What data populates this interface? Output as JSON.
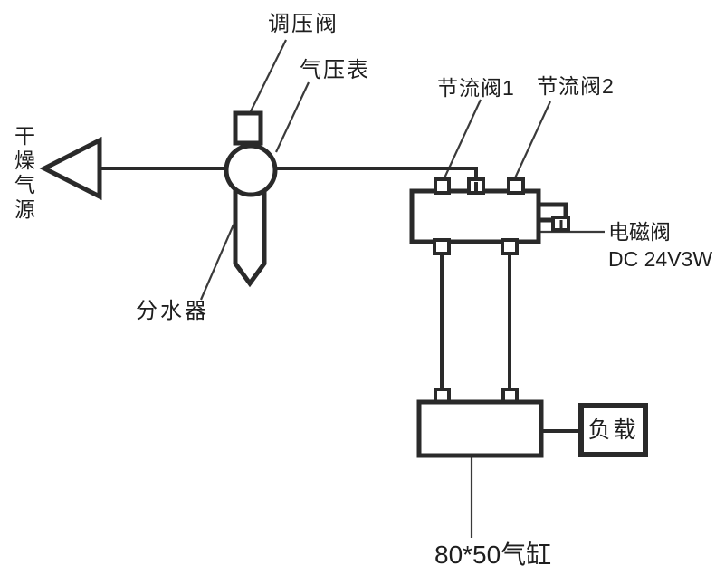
{
  "colors": {
    "background": "#ffffff",
    "line": "#2a2a2a",
    "leader_line": "#3a3a3a",
    "text": "#1e1e1e"
  },
  "labels": {
    "air_source": "干燥气源",
    "regulator_valve": "调压阀",
    "pressure_gauge": "气压表",
    "water_separator": "分水器",
    "throttle_valve_1": "节流阀1",
    "throttle_valve_2": "节流阀2",
    "solenoid_valve": "电磁阀",
    "solenoid_spec": "DC 24V3W",
    "load": "负载",
    "cylinder": "80*50气缸"
  }
}
